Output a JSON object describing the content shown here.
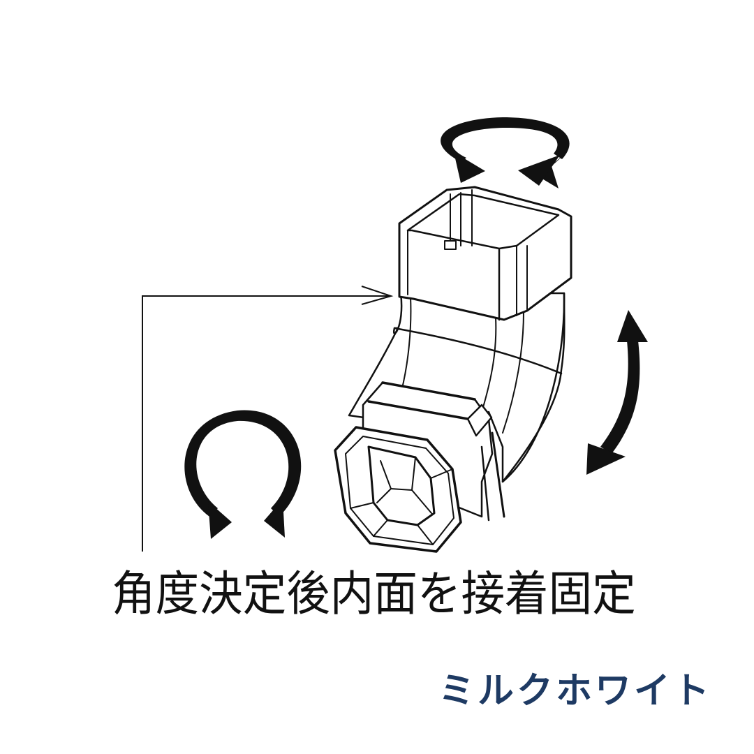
{
  "diagram": {
    "subject": "downspout-elbow-fitting",
    "instruction_text": "角度決定後内面を接着固定",
    "color_name": "ミルクホワイト",
    "colors": {
      "line": "#111111",
      "background": "#ffffff",
      "color_label": "#1e3a63"
    },
    "annotations": {
      "top_rotation_arrow": "rotate-horizontal-icon",
      "left_rotation_arrow": "rotate-vertical-icon",
      "right_bend_arrow": "bend-double-arrow-icon",
      "leader_line": "leader-arrow-to-joint"
    }
  }
}
